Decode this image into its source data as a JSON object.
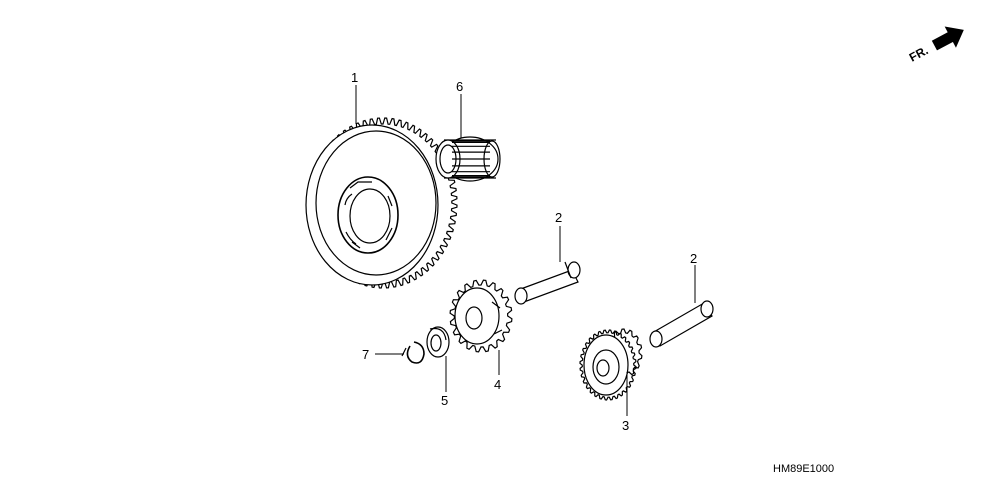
{
  "diagram": {
    "code": "HM89E1000",
    "direction_label": "FR.",
    "direction_icon": "arrow-icon",
    "parts": [
      {
        "ref": "1"
      },
      {
        "ref": "2"
      },
      {
        "ref": "2"
      },
      {
        "ref": "3"
      },
      {
        "ref": "4"
      },
      {
        "ref": "5"
      },
      {
        "ref": "6"
      },
      {
        "ref": "7"
      }
    ]
  }
}
